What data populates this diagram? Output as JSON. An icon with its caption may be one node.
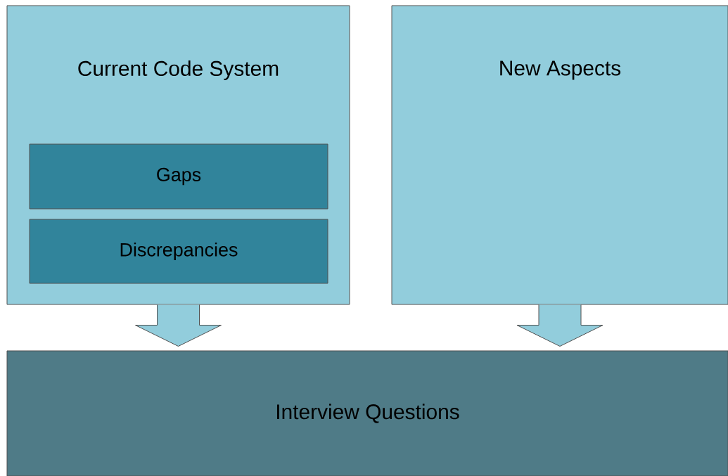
{
  "diagram": {
    "nodes": [
      {
        "text": [
          "Current Code System"
        ]
      },
      {
        "text": [
          "Gaps"
        ],
        "in": 0
      },
      {
        "text": [
          "Discrepancies"
        ],
        "in": 0
      },
      {
        "text": [
          "New Aspects"
        ]
      },
      {
        "text": [
          "Interview Questions"
        ]
      }
    ],
    "edges": [
      {
        "from": 0,
        "to": 4,
        "arrow": "to"
      },
      {
        "from": 3,
        "to": 4,
        "arrow": "to"
      }
    ]
  }
}
